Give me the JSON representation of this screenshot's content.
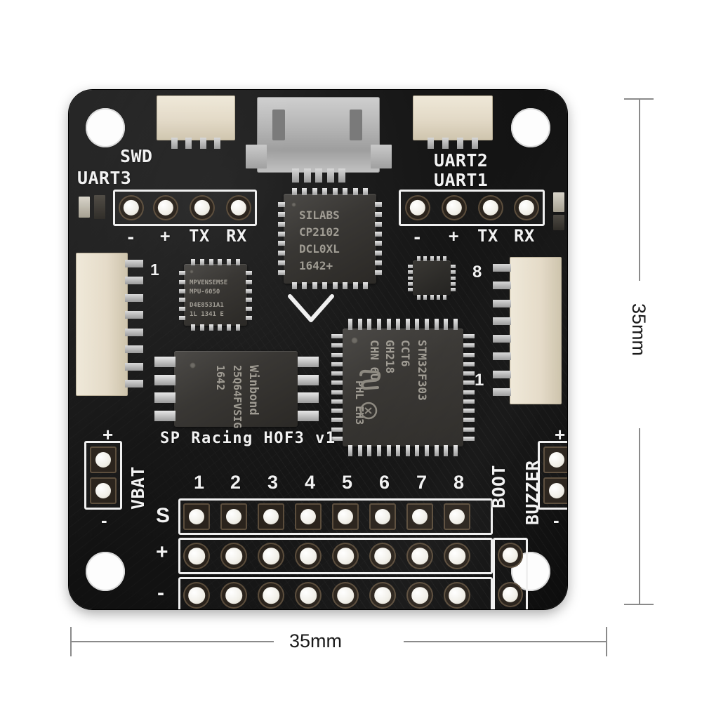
{
  "product": {
    "silkscreen_title": "SP Racing HOF3 v1",
    "board_color": "#121212",
    "silk_color": "#f2f2f2"
  },
  "dimensions": {
    "width_label": "35mm",
    "height_label": "35mm"
  },
  "silkscreen": {
    "swd": "SWD",
    "uart3": "UART3",
    "uart2": "UART2",
    "uart1": "UART1",
    "vbat": "VBAT",
    "boot": "BOOT",
    "buzzer": "BUZZER",
    "plus": "+",
    "minus": "-",
    "signal": "S",
    "tx": "TX",
    "rx": "RX",
    "pin_one": "1",
    "pin_eight": "8"
  },
  "uart3_header": {
    "label": "UART3",
    "pin_labels": [
      "-",
      "+",
      "TX",
      "RX"
    ]
  },
  "uart1_header": {
    "label": "UART1",
    "pin_labels": [
      "-",
      "+",
      "TX",
      "RX"
    ]
  },
  "motor_header": {
    "numbers": [
      "1",
      "2",
      "3",
      "4",
      "5",
      "6",
      "7",
      "8"
    ],
    "row_labels": [
      "S",
      "+",
      "-"
    ]
  },
  "vbat_header": {
    "label": "VBAT",
    "pin_labels": [
      "+",
      "-"
    ]
  },
  "buzzer_header": {
    "label": "BUZZER",
    "pin_labels": [
      "+",
      "-"
    ]
  },
  "boot_header": {
    "label": "BOOT"
  },
  "left_connector": {
    "pin_start": "1"
  },
  "right_connector": {
    "pin_top": "8",
    "pin_bottom": "1"
  },
  "chips": {
    "usb_uart": {
      "name": "cp2102",
      "lines": [
        "SILABS",
        "CP2102",
        "DCL0XL",
        "1642+"
      ]
    },
    "mcu": {
      "name": "stm32f303",
      "lines": [
        "STM32F303",
        "CCT6",
        "GH218",
        "CHN 6U",
        "PHL EH3"
      ]
    },
    "imu": {
      "name": "mpu6050",
      "lines": [
        "MPVENSEMSE",
        "MPU-6050",
        "D4E8531A1",
        "1L 1341 E"
      ]
    },
    "flash": {
      "name": "winbond-flash",
      "lines": [
        "Winbond",
        "25Q64FVSIG",
        "1642"
      ]
    },
    "unmarked_qfn": {
      "name": "unmarked-qfn",
      "lines": []
    }
  }
}
